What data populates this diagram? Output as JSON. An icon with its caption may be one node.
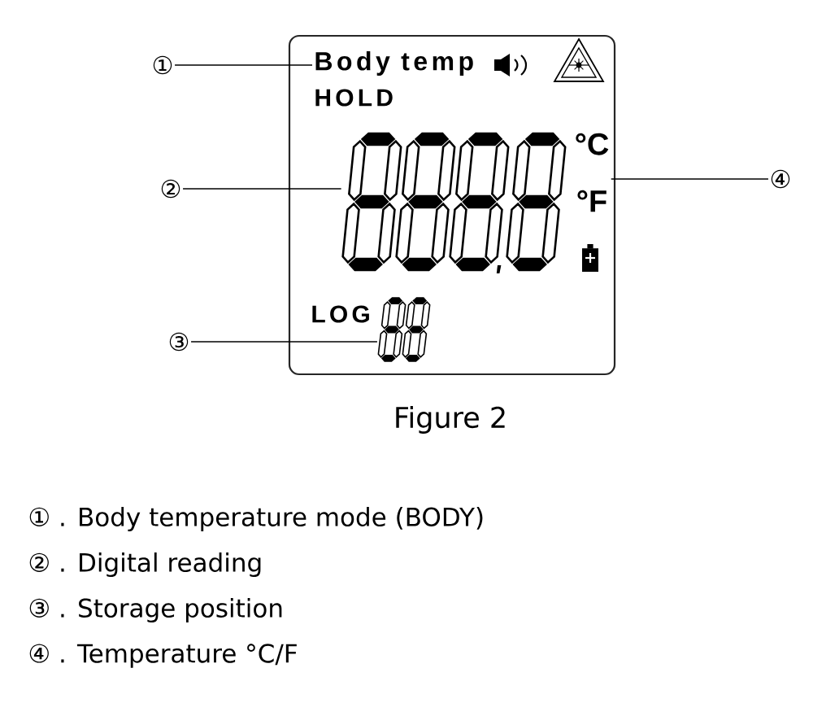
{
  "diagram": {
    "caption": "Figure 2",
    "nodes": [
      {
        "text": [
          "HOLD",
          "LOG"
        ]
      },
      {
        "text": [
          "①"
        ]
      },
      {
        "text": [
          "Body temp"
        ],
        "in": 0
      },
      {
        "text": [
          "②"
        ]
      },
      {
        "text": [],
        "shape": "picture",
        "in": 0
      },
      {
        "text": [
          "③"
        ]
      },
      {
        "text": [],
        "shape": "picture",
        "in": 0
      },
      {
        "text": [
          "④"
        ]
      },
      {
        "text": [
          "°C",
          "°F"
        ],
        "in": 0
      }
    ],
    "edges": [
      {
        "from": 1,
        "to": 2,
        "arrow": "none"
      },
      {
        "from": 3,
        "to": 4,
        "arrow": "none"
      },
      {
        "from": 5,
        "to": 6,
        "arrow": "none"
      },
      {
        "from": 7,
        "to": 8,
        "arrow": "none"
      }
    ],
    "labels": [
      "① . Body temperature mode (BODY)",
      "② . Digital reading",
      "③ . Storage position",
      "④ . Temperature °C/F"
    ]
  }
}
